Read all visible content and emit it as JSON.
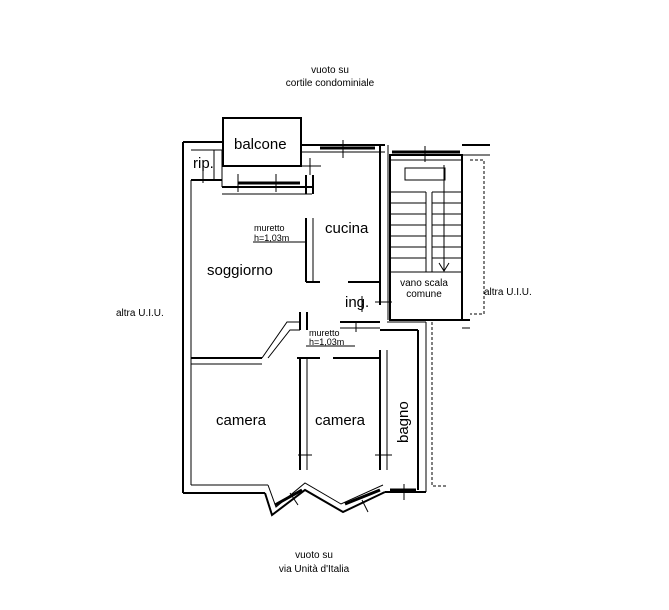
{
  "top_note": {
    "line1": "vuoto su",
    "line2": "cortile condominiale"
  },
  "bottom_note": {
    "line1": "vuoto su",
    "line2": "via Unità d'Italia"
  },
  "left_note": "altra U.I.U.",
  "right_note": "altra U.I.U.",
  "rooms": {
    "balcone": "balcone",
    "rip": "rip.",
    "cucina": "cucina",
    "soggiorno": "soggiorno",
    "ingresso": "ing.",
    "camera_left": "camera",
    "camera_right": "camera",
    "bagno": "bagno",
    "stair_line1": "vano scala",
    "stair_line2": "comune"
  },
  "annotations": {
    "muretto_upper": {
      "line1": "muretto",
      "line2": "h=1,03m"
    },
    "muretto_lower": {
      "line1": "muretto",
      "line2": "h=1,03m"
    }
  }
}
